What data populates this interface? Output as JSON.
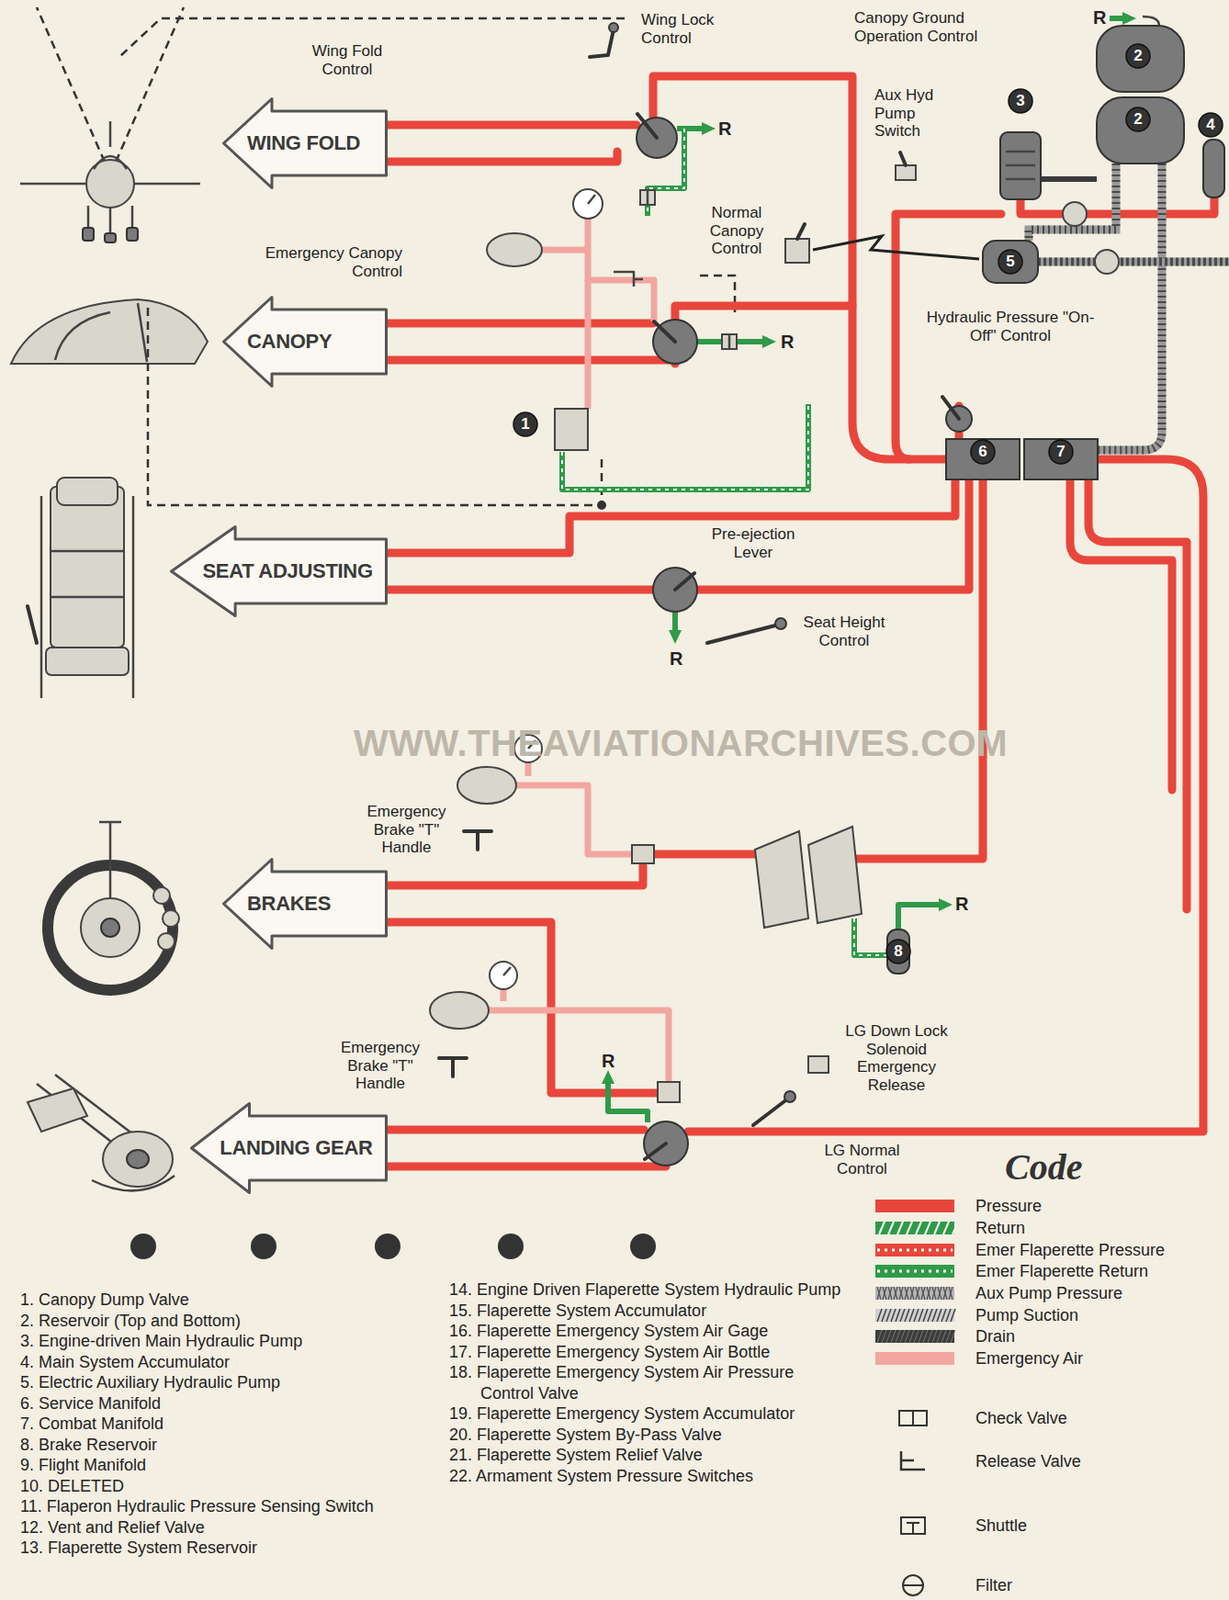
{
  "diagram": {
    "nodes": [
      {
        "text": [
          "WING FOLD"
        ]
      },
      {
        "text": [
          "2"
        ]
      },
      {
        "text": [
          "3"
        ]
      },
      {
        "text": [
          "2"
        ]
      },
      {
        "text": [
          "4"
        ]
      },
      {
        "text": [
          "5"
        ]
      },
      {
        "text": [
          "CANOPY"
        ]
      },
      {
        "text": [
          "1"
        ]
      },
      {
        "text": [
          "6"
        ]
      },
      {
        "text": [
          "7"
        ]
      },
      {
        "text": [
          "SEAT ADJUSTING"
        ]
      },
      {
        "text": [
          "BRAKES"
        ]
      },
      {
        "text": [
          "8"
        ]
      },
      {
        "text": [
          "LANDING GEAR"
        ]
      }
    ],
    "labels": [
      "Wing Lock Control",
      "Canopy Ground Operation Control",
      "R",
      "Wing Fold Control",
      "Aux Hyd Pump Switch",
      "R",
      "Normal Canopy Control",
      "Emergency Canopy Control",
      "Hydraulic Pressure \"On-Off\" Control",
      "R",
      "Pre-ejection Lever",
      "Seat Height Control",
      "R",
      "WWW.THEAVIATIONARCHIVES.COM",
      "Emergency Brake \"T\" Handle",
      "R",
      "Emergency Brake \"T\" Handle",
      "R",
      "LG Down Lock Solenoid Emergency Release",
      "LG Normal Control",
      "Code",
      "1. Canopy Dump Valve",
      "2. Reservoir (Top and Bottom)",
      "3. Engine-driven Main Hydraulic Pump",
      "4. Main System Accumulator",
      "5. Electric Auxiliary Hydraulic Pump",
      "6. Service Manifold",
      "7. Combat Manifold",
      "8. Brake Reservoir",
      "9. Flight Manifold",
      "10. DELETED",
      "11. Flaperon Hydraulic Pressure Sensing Switch",
      "12. Vent and Relief Valve",
      "13. Flaperette System Reservoir",
      "14. Engine Driven Flaperette System Hydraulic Pump",
      "15. Flaperette System Accumulator",
      "16. Flaperette Emergency System Air Gage",
      "17. Flaperette Emergency System Air Bottle",
      "18. Flaperette Emergency System Air Pressure Control Valve",
      "19. Flaperette Emergency System Accumulator",
      "20. Flaperette System By-Pass Valve",
      "21. Flaperette System Relief Valve",
      "22. Armament System Pressure Switches"
    ],
    "legend": [
      {
        "text": "Pressure",
        "color": "#e8463c"
      },
      {
        "text": "Return"
      },
      {
        "text": "Emer Flaperette Pressure"
      },
      {
        "text": "Emer Flaperette Return"
      },
      {
        "text": "Aux Pump Pressure"
      },
      {
        "text": "Pump Suction"
      },
      {
        "text": "Drain"
      },
      {
        "text": "Emergency Air",
        "color": "#f2a6a0"
      },
      {
        "text": "Check Valve"
      },
      {
        "text": "Release Valve"
      },
      {
        "text": "Shuttle"
      },
      {
        "text": "Filter"
      }
    ]
  }
}
